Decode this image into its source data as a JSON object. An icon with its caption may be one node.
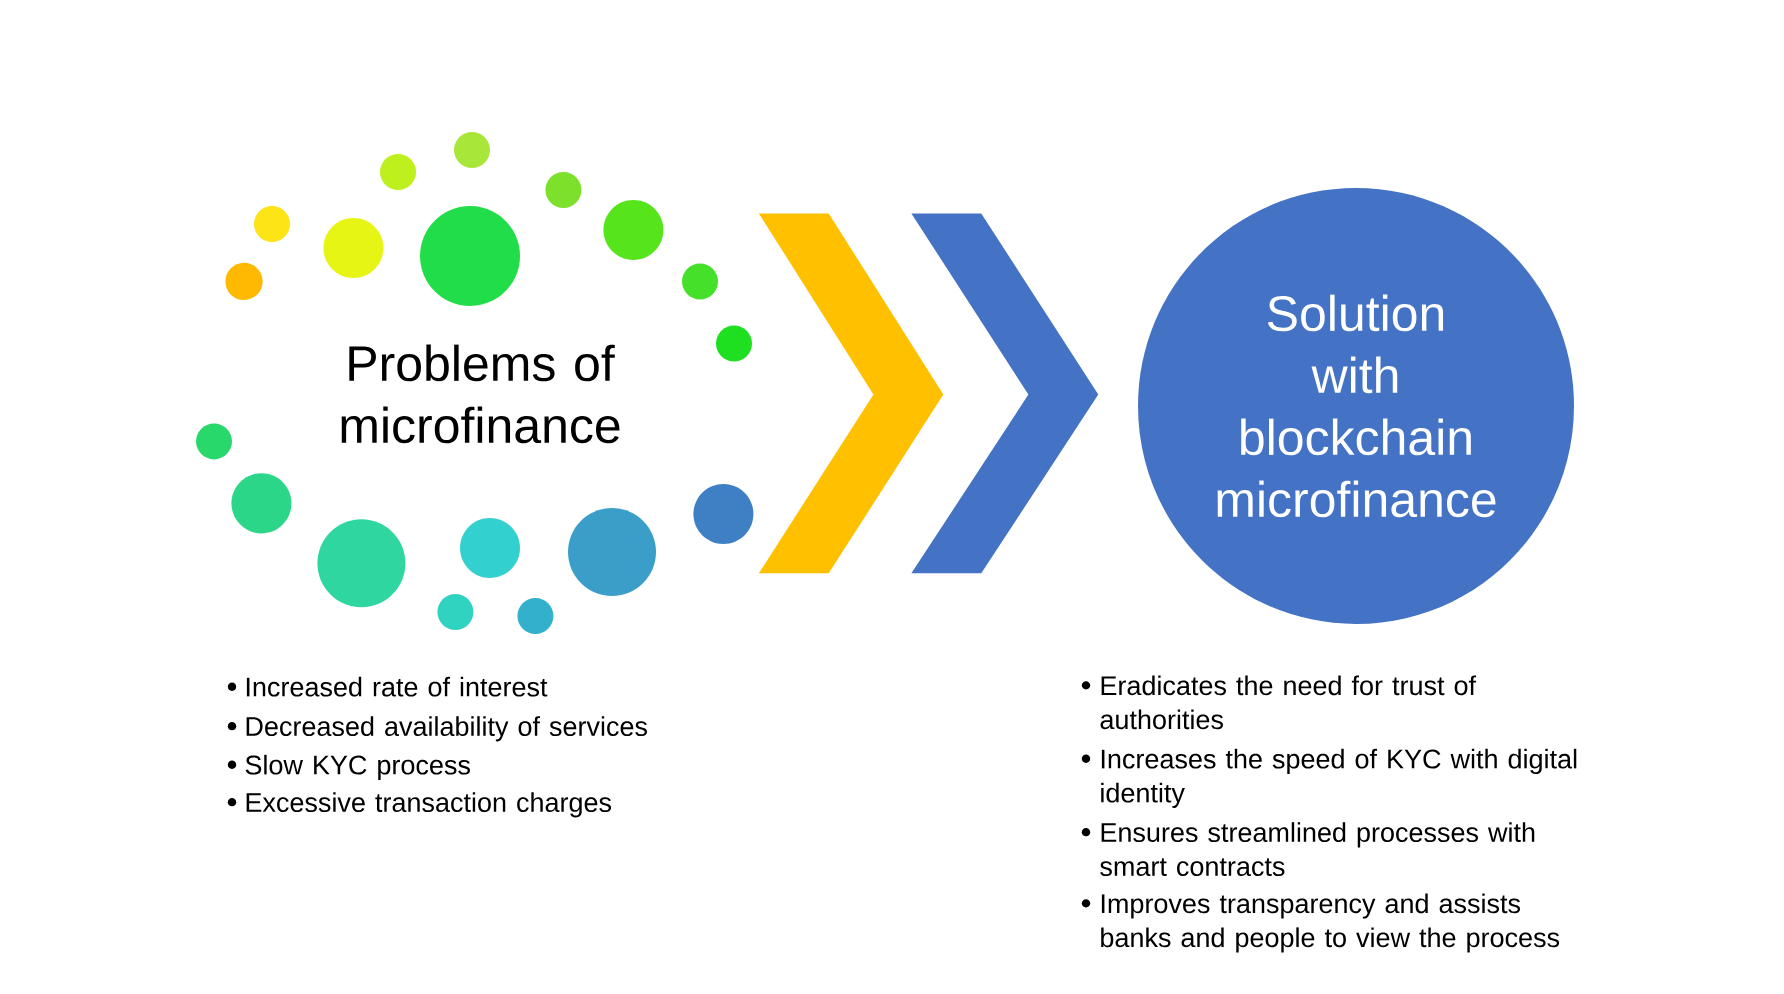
{
  "diagram": {
    "nodes": [
      {
        "text": [
          "Problems of microfinance"
        ],
        "beside": [
          "Increased rate of interest",
          "Decreased availability of services",
          "Slow KYC process",
          "Excessive transaction charges"
        ]
      },
      {
        "text": [
          "Solution with blockchain microfinance"
        ],
        "beside": [
          "Eradicates the need for trust of authorities",
          "Increases the speed of KYC with digital identity",
          "Ensures streamlined processes with smart contracts",
          "Improves transparency and assists banks and people to view the process"
        ]
      }
    ],
    "edges": [
      {
        "from": 0,
        "to": 1,
        "arrow": "to",
        "color": "#ffc000"
      },
      {
        "from": 0,
        "to": 1,
        "arrow": "to",
        "color": "#4472c4"
      }
    ]
  }
}
